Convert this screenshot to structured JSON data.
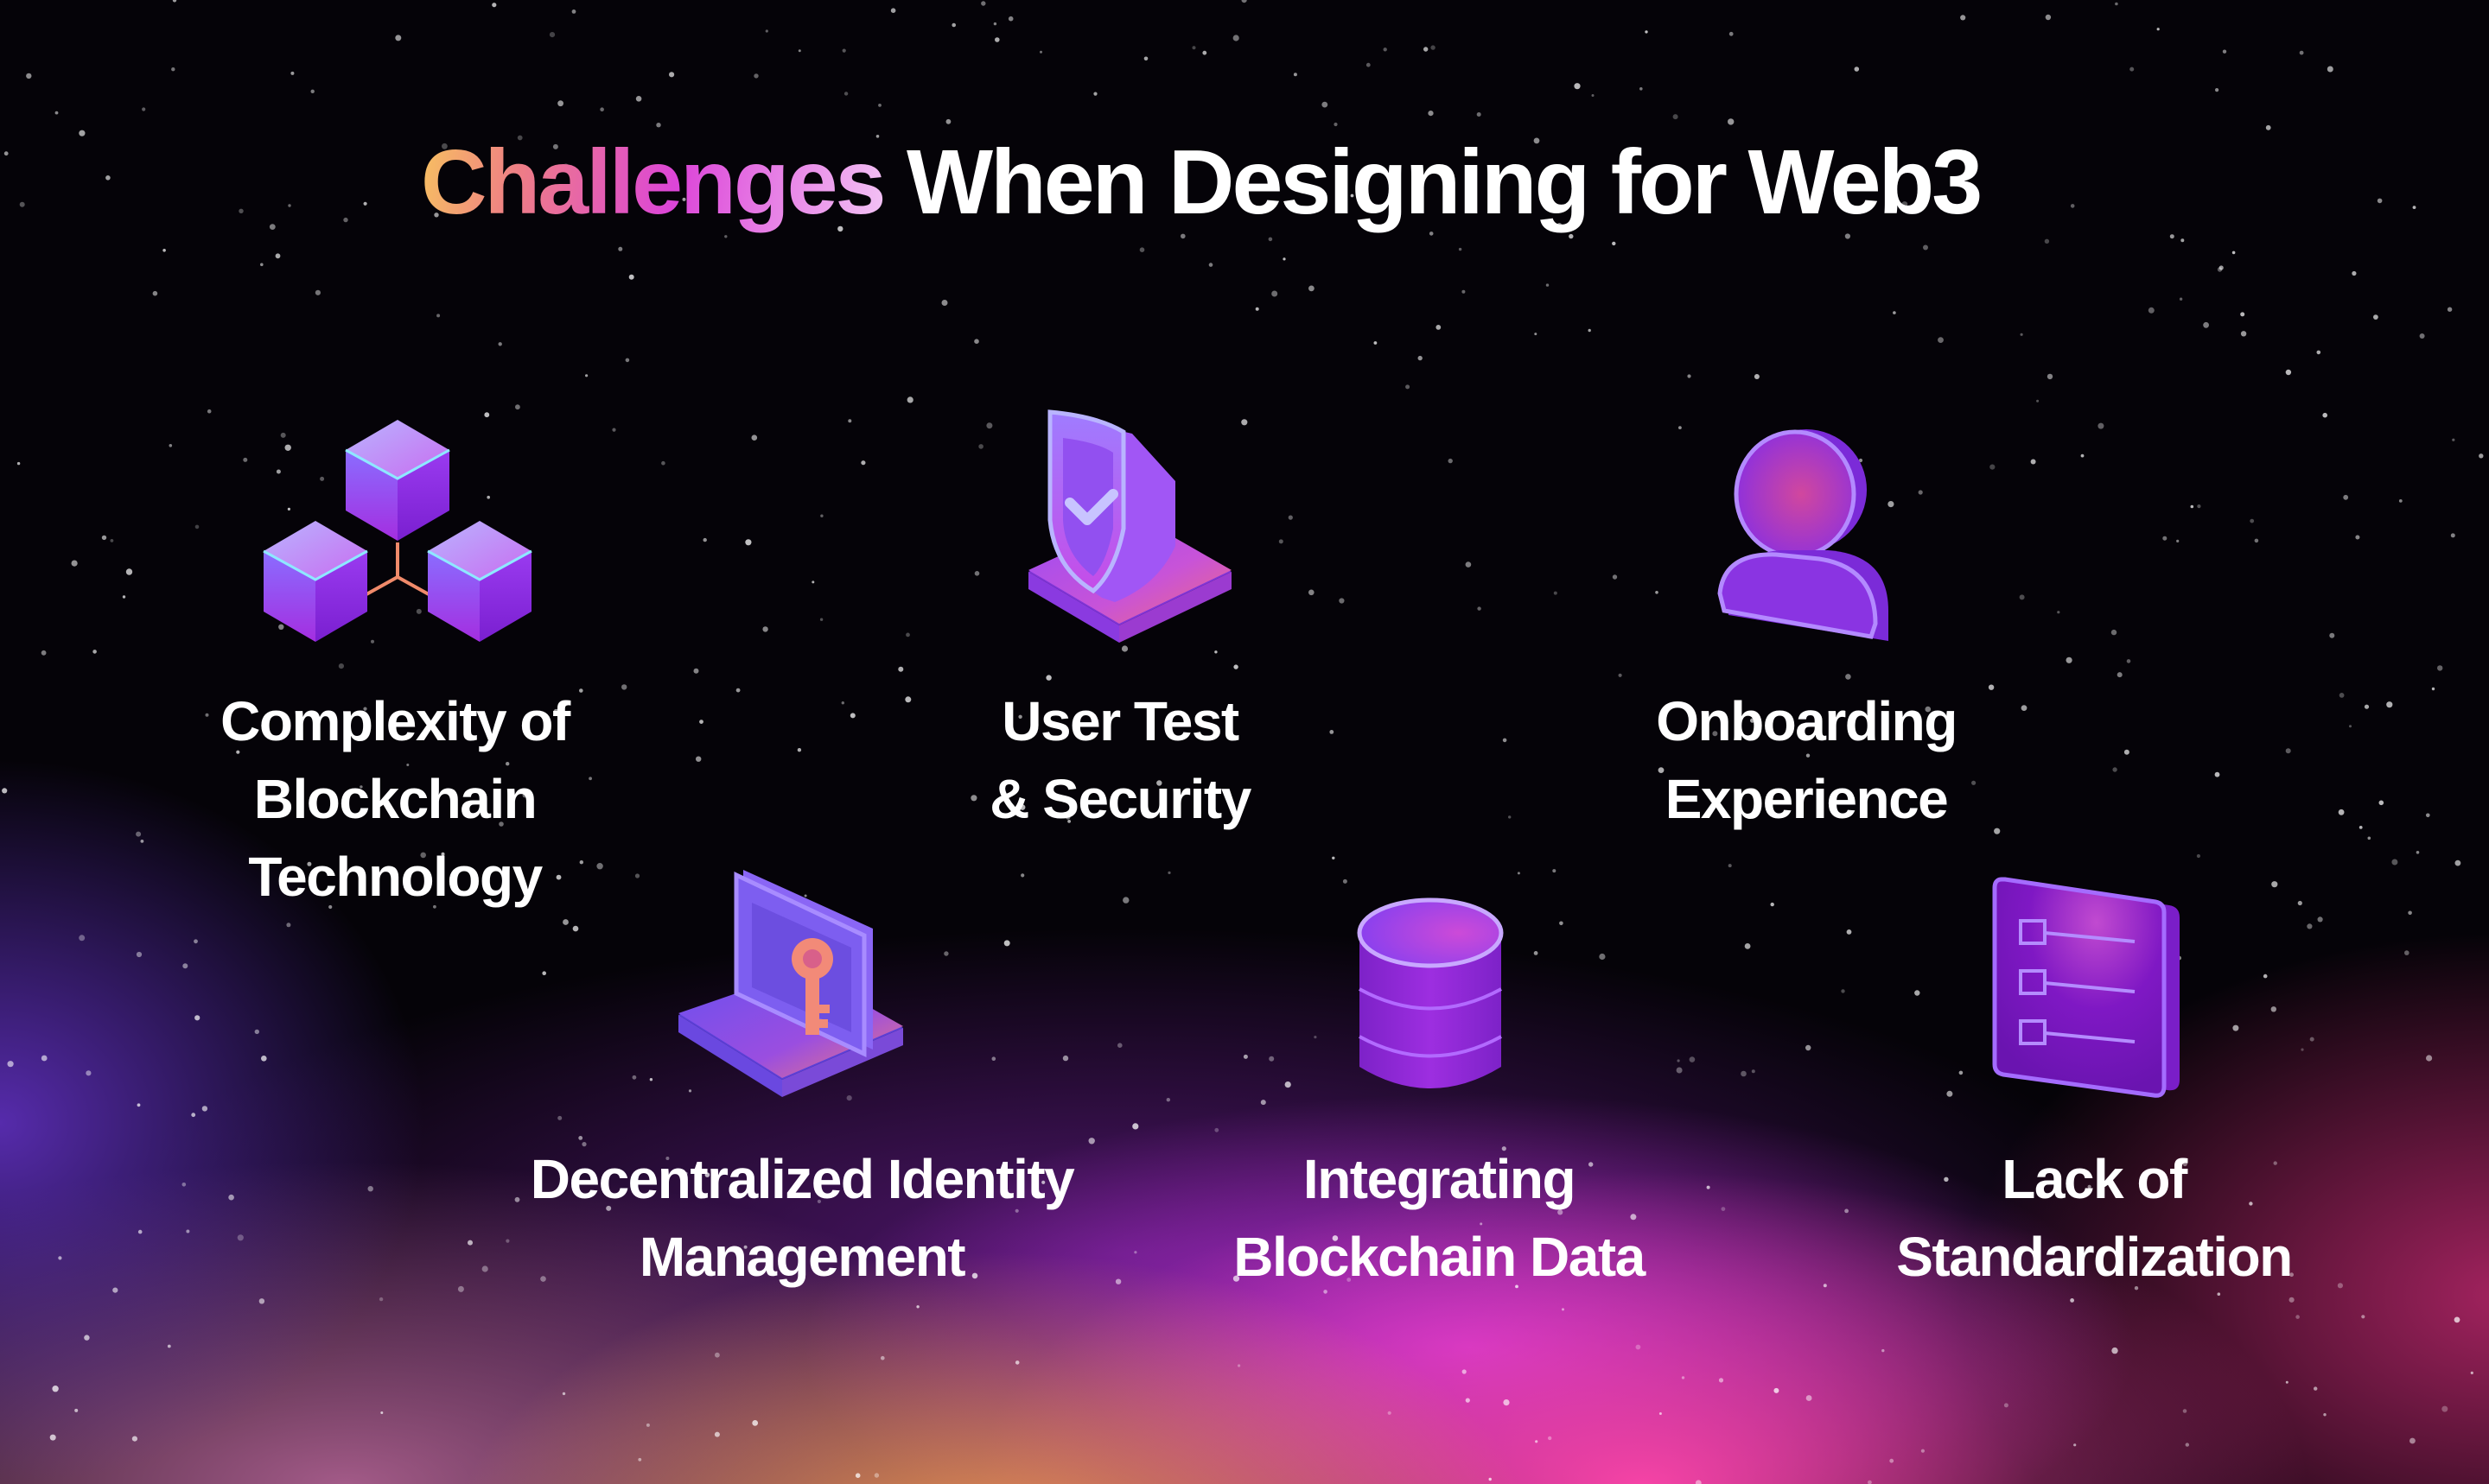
{
  "title": {
    "accent": "Challenges",
    "rest": "When Designing for Web3"
  },
  "colors": {
    "background": "#050308",
    "title_gradient": [
      "#f7c260",
      "#ee7d86",
      "#dc45d8",
      "#f3c4f5"
    ],
    "icon_purple": "#8a2be2",
    "icon_highlight": "#b8a6ff",
    "icon_accent": "#f27a6a",
    "text": "#ffffff"
  },
  "challenges": [
    {
      "icon": "blockchain-cubes-icon",
      "lines": [
        "Complexity of",
        "Blockchain",
        "Technology"
      ]
    },
    {
      "icon": "shield-check-icon",
      "lines": [
        "User Test",
        "& Security"
      ]
    },
    {
      "icon": "user-profile-icon",
      "lines": [
        "Onboarding",
        "Experience"
      ]
    },
    {
      "icon": "key-panel-icon",
      "lines": [
        "Decentralized Identity",
        "Management"
      ]
    },
    {
      "icon": "database-icon",
      "lines": [
        "Integrating",
        "Blockchain Data"
      ]
    },
    {
      "icon": "checklist-icon",
      "lines": [
        "Lack of",
        "Standardization"
      ]
    }
  ]
}
